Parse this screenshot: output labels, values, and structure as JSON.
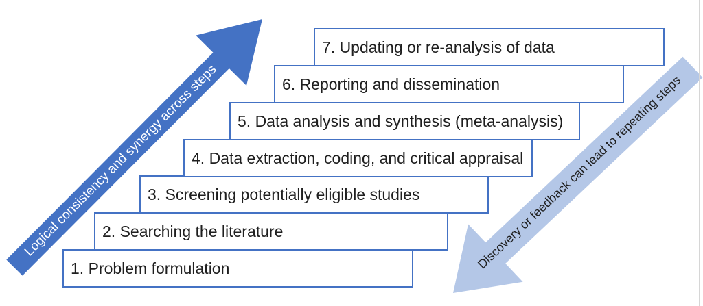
{
  "figure": {
    "description": "Staircase diagram of seven systematic review steps with two diagonal annotation arrows",
    "steps": [
      {
        "label": "1. Problem formulation"
      },
      {
        "label": "2. Searching the literature"
      },
      {
        "label": "3. Screening potentially eligible studies"
      },
      {
        "label": "4. Data extraction, coding, and critical appraisal"
      },
      {
        "label": "5. Data analysis and synthesis (meta-analysis)"
      },
      {
        "label": "6. Reporting and dissemination"
      },
      {
        "label": "7. Updating or re-analysis of data"
      }
    ],
    "arrows": {
      "up": {
        "label": "Logical consistency and synergy across steps",
        "direction": "up-right",
        "color": "#4472C4",
        "text_color": "#FFFFFF"
      },
      "down": {
        "label": "Discovery or feedback can lead to repeating steps",
        "direction": "down-left",
        "color": "#B4C7E7",
        "text_color": "#1F1F1F"
      }
    },
    "colors": {
      "box_border": "#4472C4",
      "box_fill": "#FFFFFF",
      "box_text": "#1F1F1F",
      "background": "#FFFFFF"
    }
  }
}
